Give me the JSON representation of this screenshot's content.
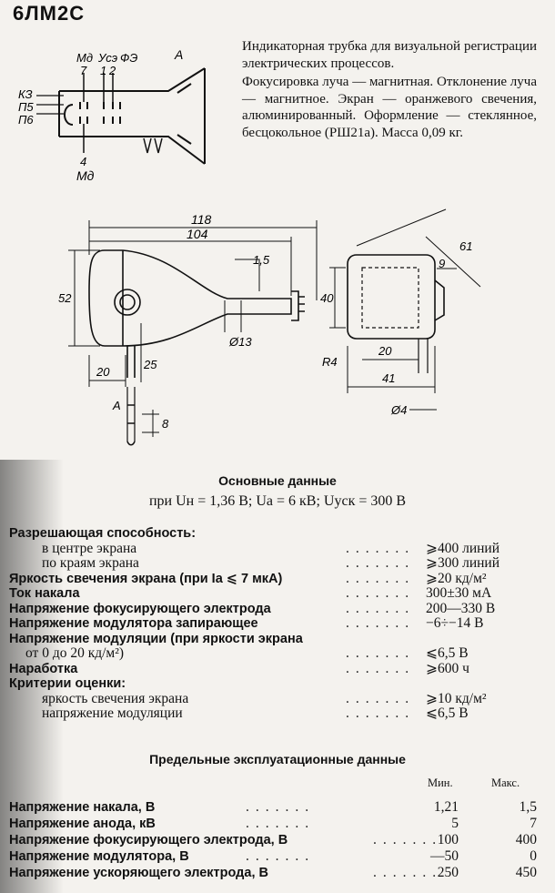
{
  "title": "6ЛМ2С",
  "description": {
    "p1": "Индикаторная трубка для визуальной регистрации электрических процессов.",
    "p2": "Фокусировка луча — магнитная. Отклонение луча — магнитное. Экран — оранжевого свечения, алюминированный. Оформление — стеклянное, бесцокольное (РШ21а). Масса 0,09 кг."
  },
  "schematic": {
    "pins_top": [
      "Мд",
      "Уcэ",
      "ФЭ"
    ],
    "pin_numbers": [
      "7",
      "1",
      "2"
    ],
    "left_labels": [
      "КЗ",
      "П5",
      "П6"
    ],
    "bottom_pin": "4",
    "bottom_label": "Мд",
    "anode": "А"
  },
  "dimensions": {
    "d118": "118",
    "d104": "104",
    "d15": "1,5",
    "d52": "52",
    "d20": "20",
    "d25": "25",
    "d13": "Ø13",
    "dA": "А",
    "d8": "8",
    "d61": "61",
    "d9": "9",
    "d40": "40",
    "dR4": "R4",
    "d20b": "20",
    "d41": "41",
    "d4": "Ø4"
  },
  "main": {
    "heading": "Основные данные",
    "conditions": "при Uн = 1,36 В; Uа = 6 кВ; Uуск = 300 В",
    "rows": [
      {
        "label": "Разрешающая способность:",
        "value": "",
        "bold": true,
        "indent": 0
      },
      {
        "label": "в центре экрана",
        "value": "⩾400 линий",
        "bold": false,
        "indent": 36
      },
      {
        "label": "по краям экрана",
        "value": "⩾300 линий",
        "bold": false,
        "indent": 36
      },
      {
        "label": "Яркость свечения экрана (при Iа ⩽ 7 мкА)",
        "value": "⩾20 кд/м²",
        "bold": true,
        "indent": 0
      },
      {
        "label": "Ток накала",
        "value": "300±30 мА",
        "bold": true,
        "indent": 0
      },
      {
        "label": "Напряжение фокусирующего электрода",
        "value": "200—330 В",
        "bold": true,
        "indent": 0
      },
      {
        "label": "Напряжение модулятора запирающее",
        "value": "−6÷−14 В",
        "bold": true,
        "indent": 0
      },
      {
        "label": "Напряжение модуляции (при яркости экрана",
        "value": "",
        "bold": true,
        "indent": 0
      },
      {
        "label": "от 0 до 20 кд/м²)",
        "value": "⩽6,5 В",
        "bold": false,
        "indent": 18
      },
      {
        "label": "Наработка",
        "value": "⩾600 ч",
        "bold": true,
        "indent": 0
      },
      {
        "label": "Критерии оценки:",
        "value": "",
        "bold": true,
        "indent": 0
      },
      {
        "label": "яркость свечения экрана",
        "value": "⩾10 кд/м²",
        "bold": false,
        "indent": 36
      },
      {
        "label": "напряжение модуляции",
        "value": "⩽6,5 В",
        "bold": false,
        "indent": 36
      }
    ]
  },
  "limits": {
    "heading": "Предельные эксплуатационные данные",
    "col_min": "Мин.",
    "col_max": "Макс.",
    "rows": [
      {
        "label": "Напряжение накала, В",
        "min": "1,21",
        "max": "1,5"
      },
      {
        "label": "Напряжение анода, кВ",
        "min": "5",
        "max": "7"
      },
      {
        "label": "Напряжение фокусирующего электрода, В",
        "min": "100",
        "max": "400"
      },
      {
        "label": "Напряжение модулятора, В",
        "min": "—50",
        "max": "0"
      },
      {
        "label": "Напряжение ускоряющего электрода, В",
        "min": "250",
        "max": "450"
      }
    ]
  }
}
